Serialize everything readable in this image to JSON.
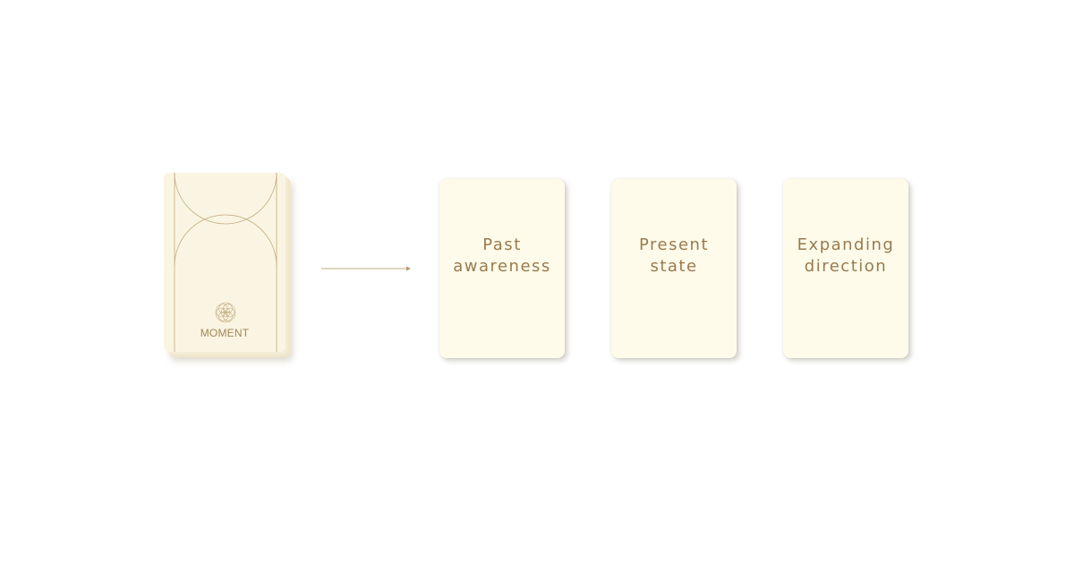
{
  "deck": {
    "brand_label": "MOMENT",
    "line_color": "#b59b6c",
    "icon": "flower-of-life-icon"
  },
  "arrow": {
    "color": "#b59b6c"
  },
  "cards": [
    {
      "line1": "Past",
      "line2": "awareness"
    },
    {
      "line1": "Present",
      "line2": "state"
    },
    {
      "line1": "Expanding",
      "line2": "direction"
    }
  ],
  "colors": {
    "card_background": "#fefbea",
    "text": "#9a7a4e"
  }
}
